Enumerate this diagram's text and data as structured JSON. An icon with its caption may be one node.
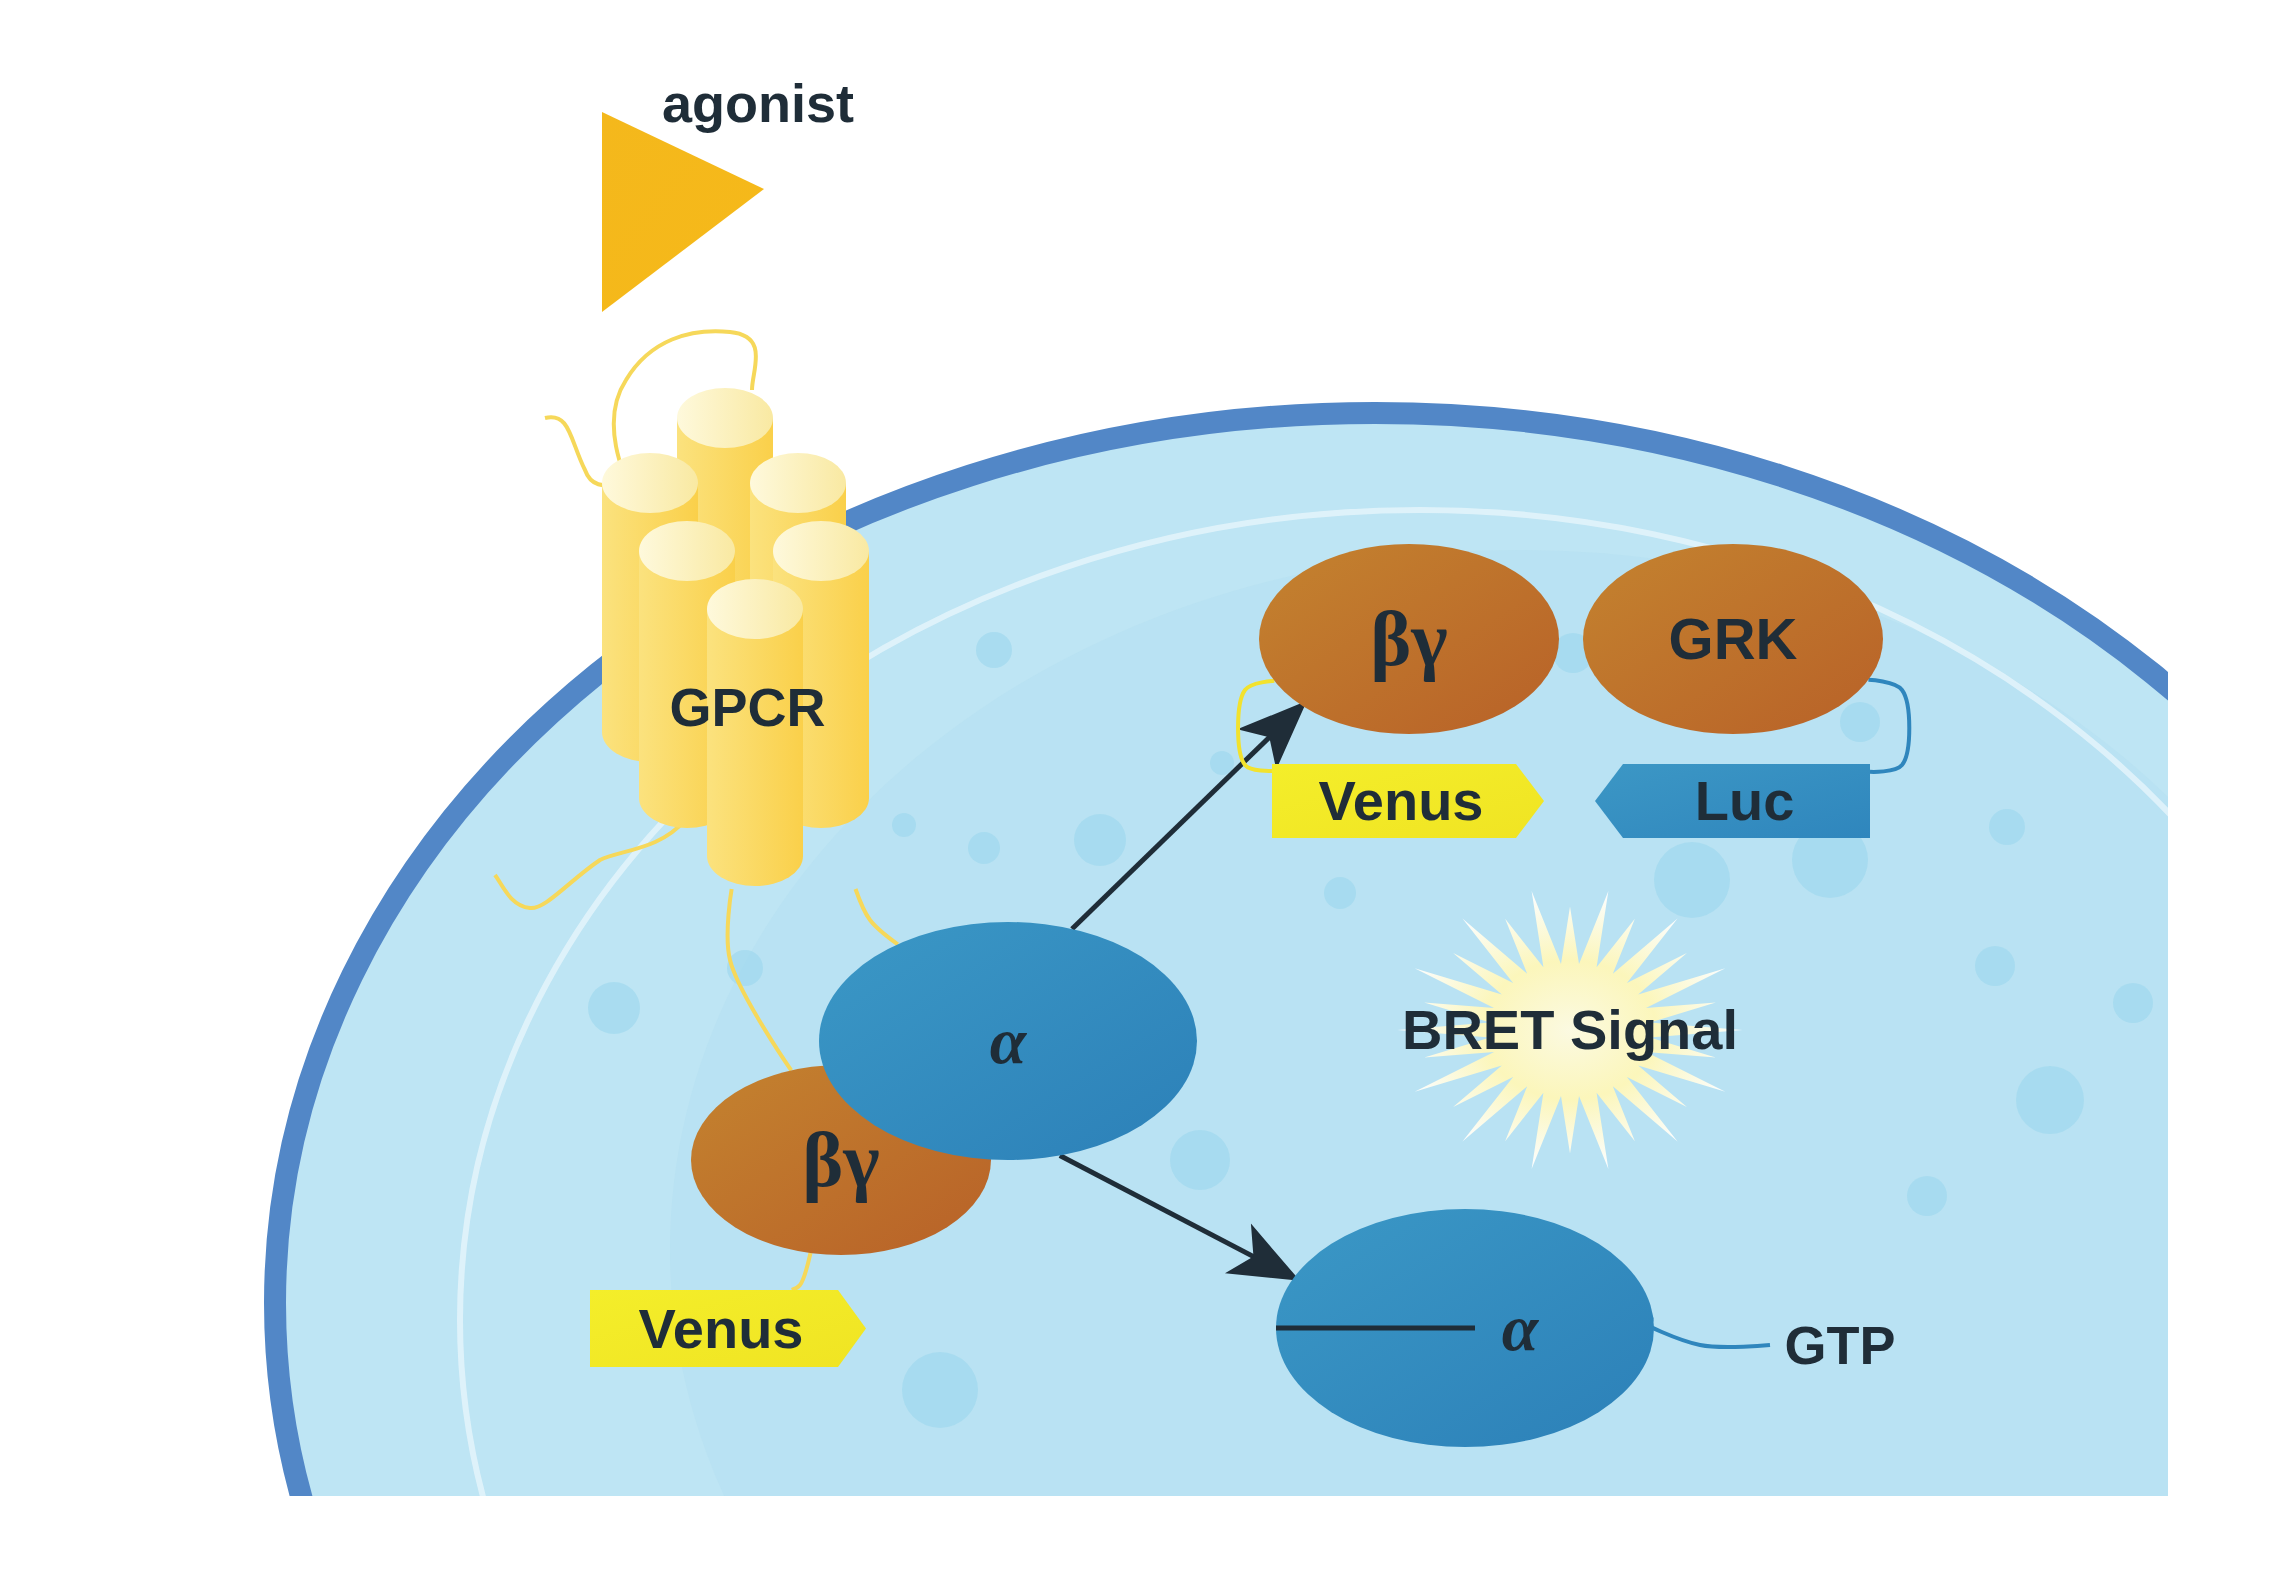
{
  "diagram": {
    "nodes": [
      {
        "text": [
          "agonist"
        ]
      },
      {
        "text": [
          "GPCR"
        ]
      },
      {
        "text": [
          "βγ"
        ]
      },
      {
        "text": [
          "GRK"
        ]
      },
      {
        "text": [
          "Venus"
        ]
      },
      {
        "text": [
          "Luc"
        ]
      },
      {
        "text": [
          "α"
        ]
      },
      {
        "text": [
          "βγ"
        ]
      },
      {
        "text": [
          "Venus"
        ]
      },
      {
        "text": [
          "BRET Signal"
        ]
      },
      {
        "text": [
          "α"
        ]
      },
      {
        "text": [
          "GTP"
        ]
      }
    ],
    "edges": [
      {
        "from": 6,
        "to": 2,
        "arrow": "to",
        "color": "#1f2d38"
      },
      {
        "from": 6,
        "to": 10,
        "arrow": "to",
        "color": "#1f2d38"
      },
      {
        "from": 4,
        "to": 2,
        "arrow": "none",
        "color": "#f2e22e"
      },
      {
        "from": 5,
        "to": 3,
        "arrow": "none",
        "color": "#2f86bd"
      },
      {
        "from": 8,
        "to": 7,
        "arrow": "none",
        "color": "#f6d85a"
      },
      {
        "from": 1,
        "to": 7,
        "arrow": "none",
        "color": "#f6d85a"
      },
      {
        "from": 1,
        "to": 6,
        "arrow": "none",
        "color": "#f6d85a"
      },
      {
        "from": 11,
        "to": 10,
        "arrow": "none",
        "color": "#2f86bd"
      }
    ]
  }
}
